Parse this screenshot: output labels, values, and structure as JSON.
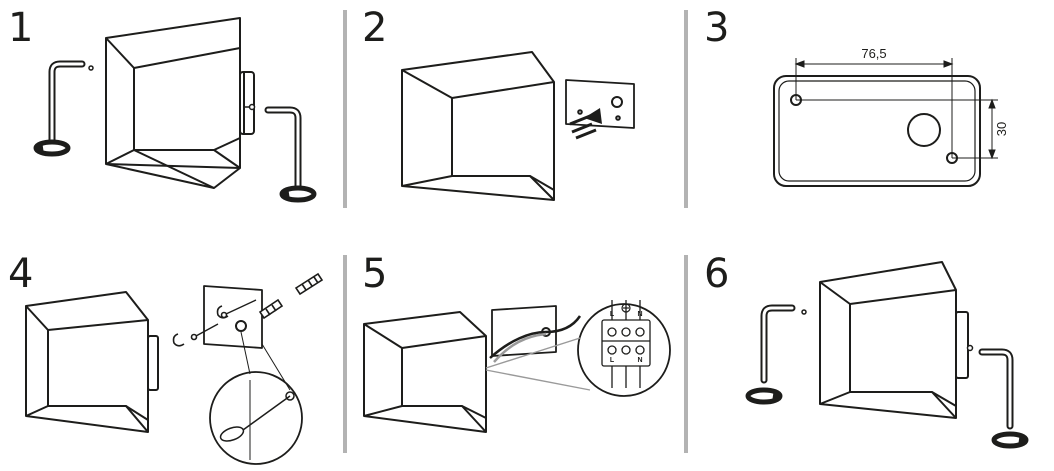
{
  "steps": [
    {
      "number": "1"
    },
    {
      "number": "2"
    },
    {
      "number": "3",
      "dimension_horizontal": "76,5",
      "dimension_vertical": "30"
    },
    {
      "number": "4"
    },
    {
      "number": "5",
      "terminal_labels_top": [
        "L",
        "N"
      ],
      "terminal_labels_bottom": [
        "L",
        "N"
      ]
    },
    {
      "number": "6"
    }
  ],
  "colors": {
    "line": "#1d1d1b",
    "divider": "#b3b3b3",
    "wire": "#9a9a9a"
  }
}
